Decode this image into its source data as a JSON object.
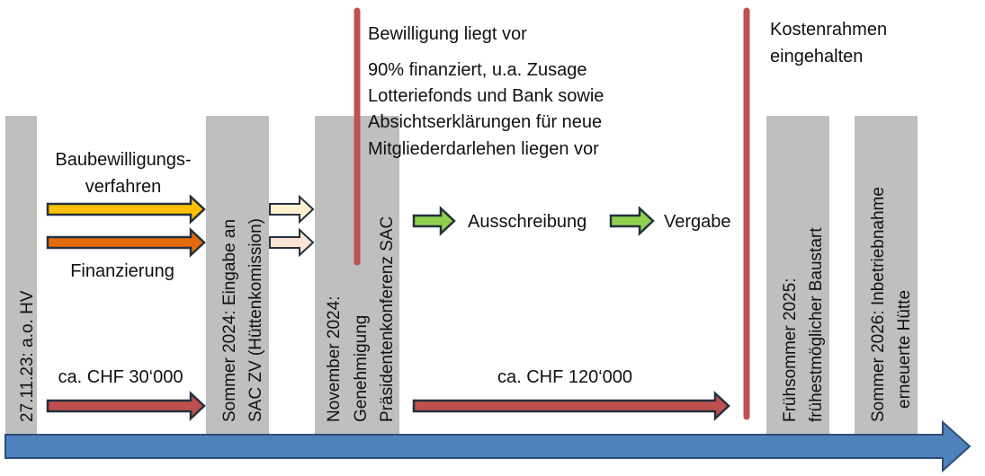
{
  "colors": {
    "milestone_bar": "#BFBFBF",
    "timeline": "#4F81BD",
    "marker_line": "#C0504D",
    "arrow_baubewilligung": "#FFC000",
    "arrow_finanzierung": "#E36C09",
    "arrow_baubewilligung_light": "#FFF2CC",
    "arrow_finanzierung_light": "#FBE4D5",
    "arrow_green": "#8FD14F",
    "arrow_cost": "#C0504D"
  },
  "milestones": [
    {
      "lines": [
        "27.11.23: a.o. HV"
      ]
    },
    {
      "lines": [
        "Sommer 2024: Eingabe an",
        "SAC ZV (Hüttenkomission)"
      ]
    },
    {
      "lines": [
        "November 2024:",
        "Genehmigung",
        "Präsidentenkonferenz SAC"
      ]
    },
    {
      "lines": [
        "Frühsommer 2025:",
        "frühestmöglicher Baustart"
      ]
    },
    {
      "lines": [
        "Sommer 2026: Inbetriebnahme",
        "erneuerte Hütte"
      ]
    }
  ],
  "tracks": {
    "baubewilligung": [
      "Baubewilligungs-",
      "verfahren"
    ],
    "finanzierung": "Finanzierung",
    "cost_1": "ca. CHF 30‘000",
    "cost_2": "ca. CHF 120‘000",
    "ausschreibung": "Ausschreibung",
    "vergabe": "Vergabe"
  },
  "annotations": {
    "bewilligung": "Bewilligung liegt vor",
    "finanzierung_lines": [
      "90% finanziert, u.a. Zusage",
      "Lotteriefonds und Bank sowie",
      "Absichtserklärungen für neue",
      "Mitgliederdarlehen liegen vor"
    ],
    "kosten_lines": [
      "Kostenrahmen",
      "eingehalten"
    ]
  }
}
